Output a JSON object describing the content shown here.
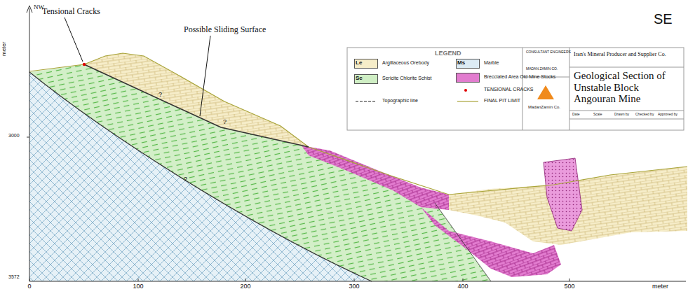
{
  "diagram": {
    "title": "Geological Section of Unstable Block Angouran Mine",
    "labels": [
      "NW",
      "SE",
      "meter",
      "3000",
      "3572",
      "0",
      "100",
      "200",
      "300",
      "400",
      "500",
      "meter",
      "Tensional Cracks",
      "Possible Sliding Surface",
      "?",
      "?",
      "?",
      "LEGEND",
      "Le",
      "Sc",
      "Ms",
      "CONSULTANT ENGINEERS",
      "MADAN ZAMIN CO.",
      "MadanZamin Co.",
      "Iran's Mineral Producer and Supplier Co.",
      "Date",
      "Scale",
      "Drawn by",
      "Checked by",
      "Approved by"
    ],
    "legend": [
      {
        "text": "Argillaceous Orebody",
        "color": "#f6edc9"
      },
      {
        "text": "Sericite Chlorite Schist",
        "color": "#cfeec4"
      },
      {
        "text": "Topographic line"
      },
      {
        "text": "Marble",
        "color": "#dcebf4"
      },
      {
        "text": "Brecciated Area Old Mine Stocks",
        "color": "#e27ccf"
      },
      {
        "text": "TENSIONAL CRACKS",
        "color": "#e00000"
      },
      {
        "text": "FINAL PIT LIMIT"
      }
    ]
  }
}
